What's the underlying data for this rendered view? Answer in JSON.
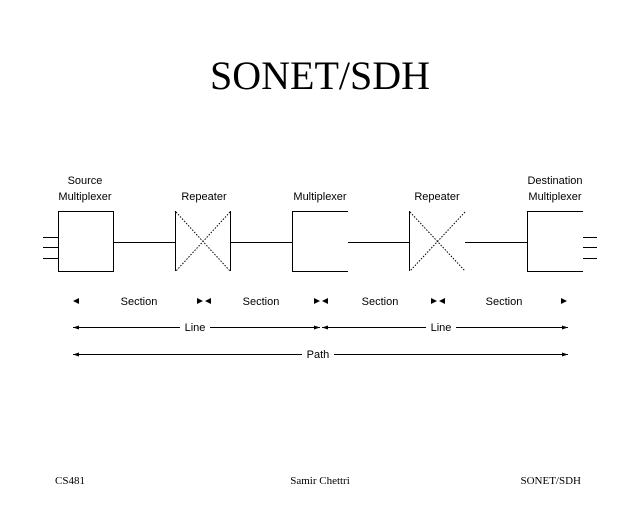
{
  "title": "SONET/SDH",
  "nodes": {
    "source": {
      "line1": "Source",
      "line2": "Multiplexer"
    },
    "repeater1": {
      "label": "Repeater"
    },
    "multiplexer": {
      "label": "Multiplexer"
    },
    "repeater2": {
      "label": "Repeater"
    },
    "destination": {
      "line1": "Destination",
      "line2": "Multiplexer"
    }
  },
  "spans": {
    "sections": [
      "Section",
      "Section",
      "Section",
      "Section"
    ],
    "lines": [
      "Line",
      "Line"
    ],
    "path": "Path"
  },
  "footer": {
    "left": "CS481",
    "center": "Samir Chettri",
    "right": "SONET/SDH"
  }
}
